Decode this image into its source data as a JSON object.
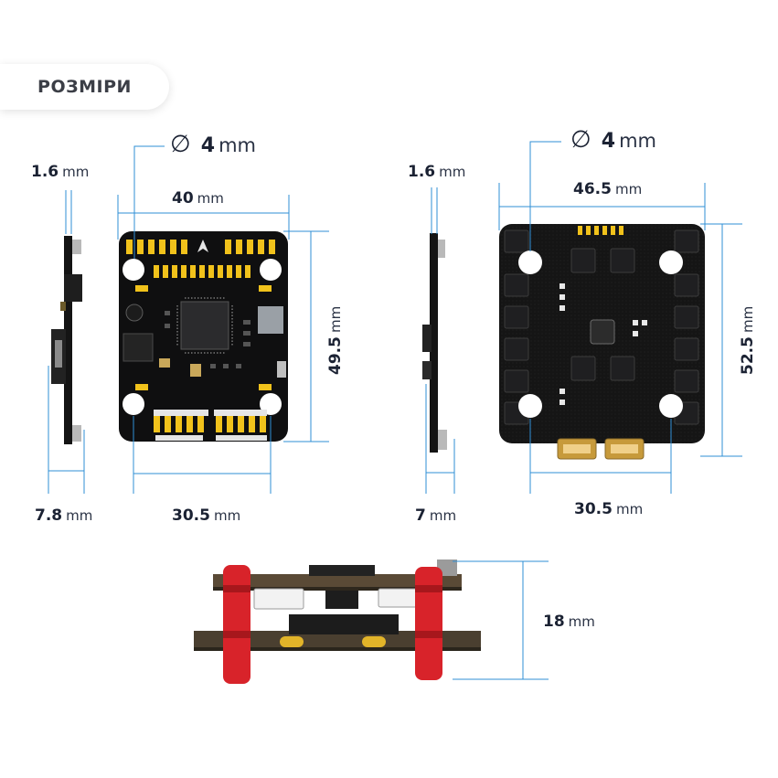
{
  "header": {
    "title": "РОЗМІРИ"
  },
  "colors": {
    "dimension_line": "#2f8fd6",
    "board": "#111111",
    "pad": "#f1c21b",
    "standoff": "#d8232a"
  },
  "flight_controller": {
    "thickness": {
      "value": "1.6",
      "unit": "mm"
    },
    "hole": {
      "symbol": "∅",
      "value": "4",
      "unit": "mm"
    },
    "width": {
      "value": "40",
      "unit": "mm"
    },
    "height": {
      "value": "49.5",
      "unit": "mm"
    },
    "side_height": {
      "value": "7.8",
      "unit": "mm"
    },
    "mount_spacing": {
      "value": "30.5",
      "unit": "mm"
    }
  },
  "esc": {
    "thickness": {
      "value": "1.6",
      "unit": "mm"
    },
    "hole": {
      "symbol": "∅",
      "value": "4",
      "unit": "mm"
    },
    "width": {
      "value": "46.5",
      "unit": "mm"
    },
    "height": {
      "value": "52.5",
      "unit": "mm"
    },
    "side_height": {
      "value": "7",
      "unit": "mm"
    },
    "mount_spacing": {
      "value": "30.5",
      "unit": "mm"
    }
  },
  "stack": {
    "height": {
      "value": "18",
      "unit": "mm"
    }
  }
}
